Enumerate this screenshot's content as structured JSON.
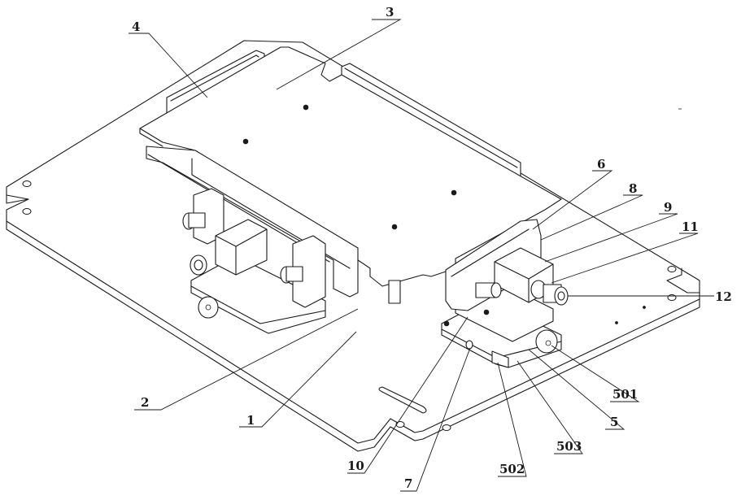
{
  "figure": {
    "type": "isometric mechanical assembly drawing",
    "line_color": "#1a1a1a",
    "background": "#ffffff"
  },
  "callouts": [
    {
      "id": "c1",
      "label": "1"
    },
    {
      "id": "c2",
      "label": "2"
    },
    {
      "id": "c3",
      "label": "3"
    },
    {
      "id": "c4",
      "label": "4"
    },
    {
      "id": "c5",
      "label": "5"
    },
    {
      "id": "c6",
      "label": "6"
    },
    {
      "id": "c7",
      "label": "7"
    },
    {
      "id": "c8",
      "label": "8"
    },
    {
      "id": "c9",
      "label": "9"
    },
    {
      "id": "c10",
      "label": "10"
    },
    {
      "id": "c11",
      "label": "11"
    },
    {
      "id": "c12",
      "label": "12"
    },
    {
      "id": "c501",
      "label": "501"
    },
    {
      "id": "c502",
      "label": "502"
    },
    {
      "id": "c503",
      "label": "503"
    }
  ]
}
